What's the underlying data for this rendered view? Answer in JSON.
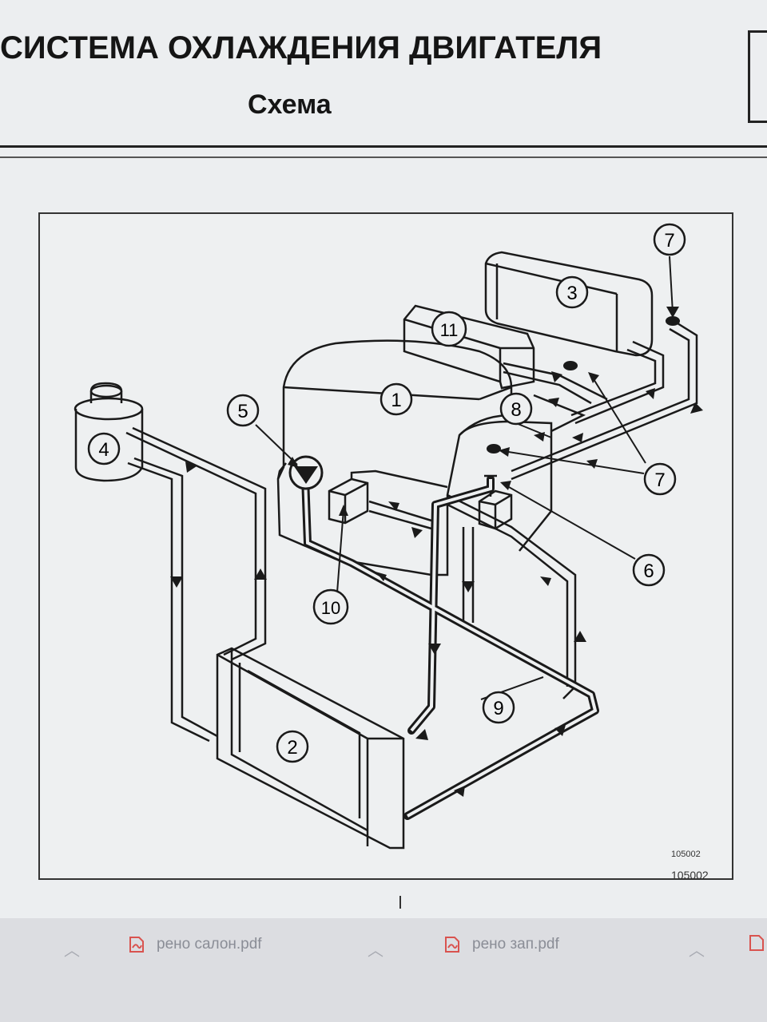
{
  "header": {
    "title": "СИСТЕМА ОХЛАЖДЕНИЯ ДВИГАТЕЛЯ",
    "subtitle": "Схема"
  },
  "diagram": {
    "callouts": {
      "c1": "1",
      "c2": "2",
      "c3": "3",
      "c4": "4",
      "c5": "5",
      "c6": "6",
      "c7a": "7",
      "c7b": "7",
      "c8": "8",
      "c9": "9",
      "c10": "10",
      "c11": "11"
    },
    "code_inner": "105002",
    "code_outer": "105002"
  },
  "taskbar": {
    "items": [
      {
        "label": "рено салон.pdf",
        "icon": "pdf-icon"
      },
      {
        "label": "рено зап.pdf",
        "icon": "pdf-icon"
      }
    ]
  },
  "colors": {
    "ink": "#1a1a1a",
    "paper": "#eef0f1",
    "pdf_red": "#d9534f"
  }
}
